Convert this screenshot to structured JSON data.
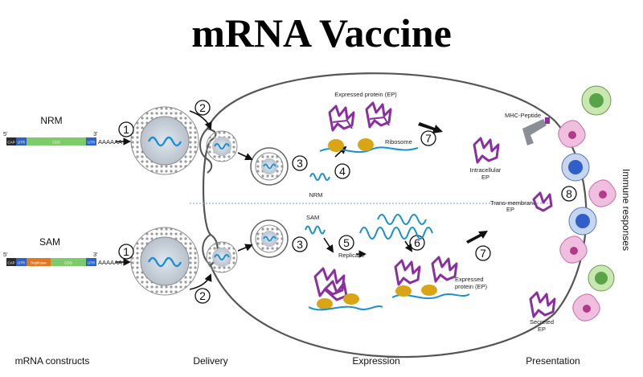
{
  "title": "mRNA Vaccine",
  "constructs": {
    "nrm_label": "NRM",
    "sam_label": "SAM",
    "five_prime": "5'",
    "three_prime": "3'",
    "cap": "CAP",
    "utr": "UTR",
    "cds": "CDS",
    "replicase": "Replicase",
    "poly_a": "AAAAAA"
  },
  "steps": [
    "1",
    "2",
    "3",
    "4",
    "5",
    "6",
    "7",
    "8"
  ],
  "labels": {
    "expressed_protein_top": "Expressed protein (EP)",
    "ribosome": "Ribosome",
    "nrm_strand": "NRM",
    "sam_strand": "SAM",
    "replicase": "Replicase",
    "expressed_protein_bottom_1": "Expressed",
    "expressed_protein_bottom_2": "protein (EP)",
    "mhc_peptide": "MHC-Peptide",
    "intracellular_1": "Intracellular",
    "intracellular_2": "EP",
    "transmembrane_1": "Trans-membrane",
    "transmembrane_2": "EP",
    "secreted_1": "Secreted",
    "secreted_2": "EP",
    "immune_responses": "Immune responses"
  },
  "stages": [
    "mRNA constructs",
    "Delivery",
    "Expression",
    "Presentation"
  ],
  "colors": {
    "cap": "#2b2b2b",
    "utr": "#2d62c8",
    "cds": "#7ecb6a",
    "replicase": "#e2781e",
    "protein": "#8a2fa0",
    "ribosome": "#d9a514",
    "mrna": "#1b8fd0",
    "cell_outline": "#555555"
  }
}
